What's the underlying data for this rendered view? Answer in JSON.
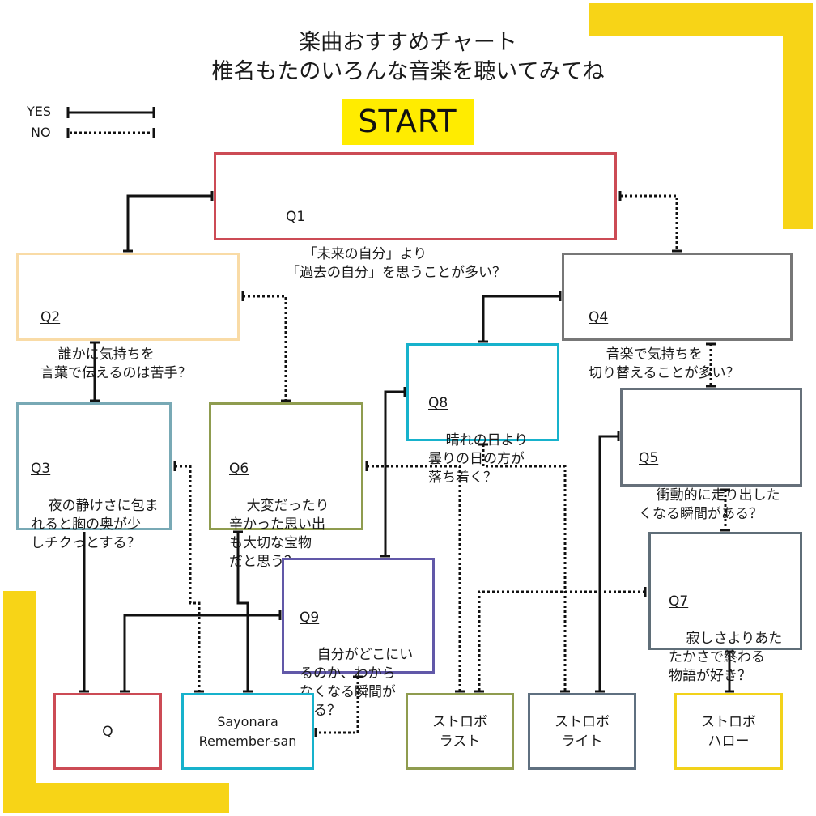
{
  "title": {
    "line1": "楽曲おすすめチャート",
    "line2": "椎名もたのいろんな音楽を聴いてみてね"
  },
  "legend": {
    "yes_label": "YES",
    "no_label": "NO"
  },
  "start_label": "START",
  "colors": {
    "accent_yellow": "#f7d417",
    "start_bg": "#ffec00",
    "q1": "#cc4b55",
    "q2": "#f9dba6",
    "q3": "#78a9b5",
    "q4": "#777777",
    "q5": "#66707a",
    "q6": "#8f9c4f",
    "q7": "#5f6e78",
    "q8": "#17b2cc",
    "q9": "#6158a8",
    "result_q": "#cc4b55",
    "result_sayonara": "#17b2cc",
    "result_last": "#8f9c4f",
    "result_light": "#5f7080",
    "result_hello": "#f2d21a"
  },
  "questions": {
    "q1": {
      "id": "Q1",
      "text": "「未来の自分」より\n「過去の自分」を思うことが多い？"
    },
    "q2": {
      "id": "Q2",
      "text": "誰かに気持ちを\n言葉で伝えるのは苦手？"
    },
    "q3": {
      "id": "Q3",
      "text": "夜の静けさに包ま\nれると胸の奥が少\nしチクっとする？"
    },
    "q4": {
      "id": "Q4",
      "text": "音楽で気持ちを\n切り替えることが多い？"
    },
    "q5": {
      "id": "Q5",
      "text": "衝動的に走り出した\nくなる瞬間がある？"
    },
    "q6": {
      "id": "Q6",
      "text": "大変だったり\n辛かった思い出\nも大切な宝物\nだと思う？"
    },
    "q7": {
      "id": "Q7",
      "text": "寂しさよりあた\nたかさで終わる\n物語が好き？"
    },
    "q8": {
      "id": "Q8",
      "text": "晴れの日より\n曇りの日の方が\n落ち着く？"
    },
    "q9": {
      "id": "Q9",
      "text": "自分がどこにい\nるのか、わから\nなくなる瞬間が\nある？"
    }
  },
  "results": {
    "q": "Q",
    "sayonara": "Sayonara\nRemember-san",
    "last": "ストロボ\nラスト",
    "light": "ストロボ\nライト",
    "hello": "ストロボ\nハロー"
  },
  "edges": [
    {
      "from": "Q1",
      "to": "Q2",
      "answer": "YES"
    },
    {
      "from": "Q1",
      "to": "Q4",
      "answer": "NO"
    },
    {
      "from": "Q2",
      "to": "Q3",
      "answer": "YES"
    },
    {
      "from": "Q2",
      "to": "Q6",
      "answer": "NO"
    },
    {
      "from": "Q3",
      "to": "Q",
      "answer": "YES"
    },
    {
      "from": "Q3",
      "to": "Sayonara Remember-san",
      "answer": "NO"
    },
    {
      "from": "Q6",
      "to": "Sayonara Remember-san",
      "answer": "YES"
    },
    {
      "from": "Q6",
      "to": "ストロボ ラスト",
      "answer": "NO"
    },
    {
      "from": "Q4",
      "to": "Q8",
      "answer": "YES"
    },
    {
      "from": "Q4",
      "to": "Q5",
      "answer": "NO"
    },
    {
      "from": "Q8",
      "to": "Q9",
      "answer": "YES"
    },
    {
      "from": "Q8",
      "to": "ストロボ ライト",
      "answer": "NO"
    },
    {
      "from": "Q9",
      "to": "Q",
      "answer": "YES"
    },
    {
      "from": "Q9",
      "to": "Sayonara Remember-san",
      "answer": "NO"
    },
    {
      "from": "Q5",
      "to": "ストロボ ライト",
      "answer": "YES"
    },
    {
      "from": "Q5",
      "to": "Q7",
      "answer": "NO"
    },
    {
      "from": "Q7",
      "to": "ストロボ ハロー",
      "answer": "YES"
    },
    {
      "from": "Q7",
      "to": "ストロボ ラスト",
      "answer": "NO"
    }
  ]
}
